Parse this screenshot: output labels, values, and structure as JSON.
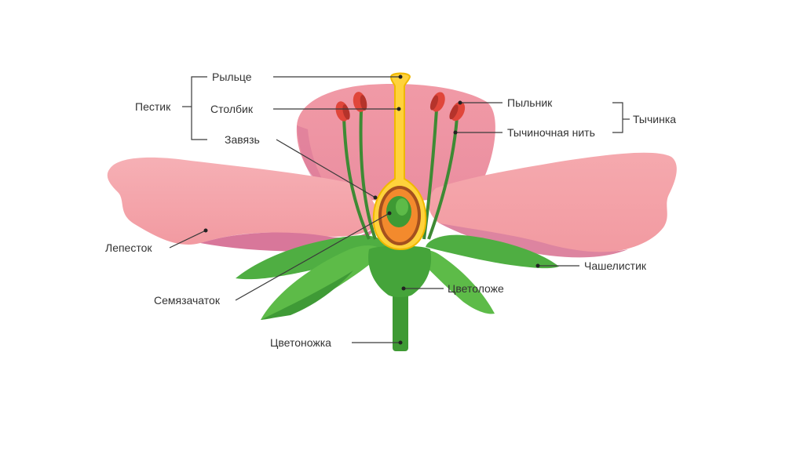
{
  "diagram": {
    "labels": {
      "stigma": "Рыльце",
      "style": "Столбик",
      "ovary": "Завязь",
      "pistil": "Пестик",
      "anther": "Пыльник",
      "filament": "Тычиночная нить",
      "stamen": "Тычинка",
      "petal": "Лепесток",
      "sepal": "Чашелистик",
      "ovule": "Семязачаток",
      "receptacle": "Цветоложе",
      "peduncle": "Цветоножка"
    },
    "colors": {
      "petal": "#f4a3a8",
      "petal_dark": "#e07f98",
      "petal_shadow": "#d86e93",
      "sepal": "#4aa83d",
      "sepal_light": "#66c24b",
      "stem": "#3e9a34",
      "pistil_yellow": "#ffd23c",
      "pistil_outline": "#f0b800",
      "ovary_orange": "#f38a2d",
      "ovary_brown": "#a4501e",
      "ovule_green": "#3e9a34",
      "anther_red": "#e0463a",
      "anther_dark": "#b5332b",
      "filament_green": "#3e8a34"
    }
  }
}
